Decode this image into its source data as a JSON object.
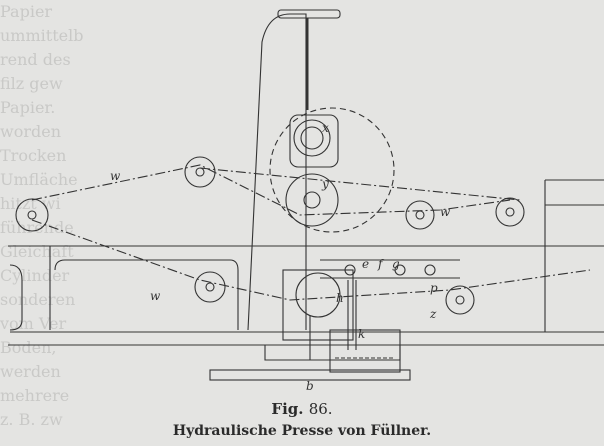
{
  "figure": {
    "number_label": "Fig.",
    "number": "86.",
    "caption": "Hydraulische Presse von Füllner."
  },
  "labels": {
    "w": "w",
    "x": "x",
    "y": "y",
    "e": "e",
    "f": "f",
    "g": "g",
    "h": "h",
    "k": "k",
    "p": "p",
    "b": "b",
    "z": "z"
  },
  "colors": {
    "paper": "#e4e4e2",
    "ink": "#333333",
    "bleed": "#c9c9c7"
  }
}
